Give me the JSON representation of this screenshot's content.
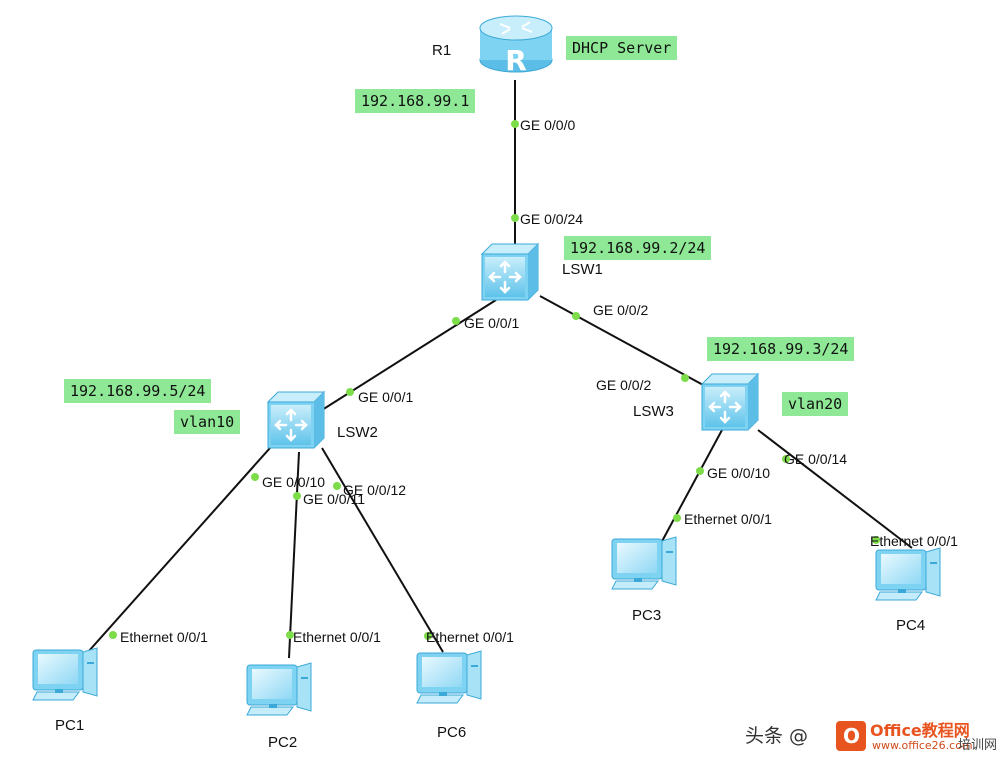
{
  "colors": {
    "link": "#111111",
    "port_dot": "#7ddc4a",
    "tag_bg": "#8ee895",
    "device": "#7fd3f2",
    "device_dark": "#3ba9d8"
  },
  "devices": {
    "r1": {
      "label": "R1",
      "glyph": "R",
      "icon": "router-icon"
    },
    "lsw1": {
      "label": "LSW1",
      "icon": "switch-icon"
    },
    "lsw2": {
      "label": "LSW2",
      "icon": "switch-icon"
    },
    "lsw3": {
      "label": "LSW3",
      "icon": "switch-icon"
    },
    "pc1": {
      "label": "PC1",
      "icon": "pc-icon"
    },
    "pc2": {
      "label": "PC2",
      "icon": "pc-icon"
    },
    "pc6": {
      "label": "PC6",
      "icon": "pc-icon"
    },
    "pc3": {
      "label": "PC3",
      "icon": "pc-icon"
    },
    "pc4": {
      "label": "PC4",
      "icon": "pc-icon"
    }
  },
  "tags": {
    "dhcp": "DHCP Server",
    "r1_ip": "192.168.99.1",
    "lsw1_ip": "192.168.99.2/24",
    "lsw3_ip": "192.168.99.3/24",
    "lsw2_ip": "192.168.99.5/24",
    "vlan10": "vlan10",
    "vlan20": "vlan20"
  },
  "ports": {
    "r1_ge000": "GE 0/0/0",
    "lsw1_ge0024": "GE 0/0/24",
    "lsw1_ge001": "GE 0/0/1",
    "lsw1_ge002": "GE 0/0/2",
    "lsw2_ge001": "GE 0/0/1",
    "lsw3_ge002": "GE 0/0/2",
    "lsw2_ge0010": "GE 0/0/10",
    "lsw2_ge0011": "GE 0/0/11",
    "lsw2_ge0012": "GE 0/0/12",
    "lsw3_ge0010": "GE 0/0/10",
    "lsw3_ge0014": "GE 0/0/14",
    "pc1_eth": "Ethernet 0/0/1",
    "pc2_eth": "Ethernet 0/0/1",
    "pc6_eth": "Ethernet 0/0/1",
    "pc3_eth": "Ethernet 0/0/1",
    "pc4_eth": "Ethernet 0/0/1"
  },
  "watermark": {
    "prefix": "头条 @",
    "office_brand": "Office教程网",
    "office_url": "www.office26.com",
    "side": "培训网",
    "logo_letter": "O"
  }
}
